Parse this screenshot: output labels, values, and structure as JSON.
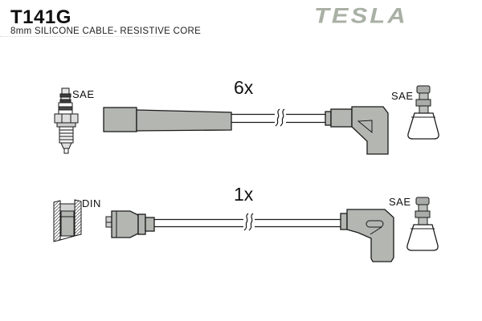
{
  "header": {
    "part_number": "T141G",
    "subtitle": "8mm SILICONE CABLE- RESISTIVE CORE",
    "brand_logo": "TESLA"
  },
  "diagram": {
    "row1": {
      "count": "6x",
      "left_terminal_standard": "SAE",
      "right_terminal_standard": "SAE"
    },
    "row2": {
      "count": "1x",
      "left_terminal_standard": "DIN",
      "right_terminal_standard": "SAE"
    }
  },
  "icons": {
    "row1_left": "spark-plug-icon",
    "row1_straight_boot": "straight-boot-icon",
    "row1_cable": "cable-with-break-icon",
    "row1_elbow_boot": "elbow-boot-icon",
    "row1_terminal": "sae-terminal-icon",
    "row2_left": "din-socket-icon",
    "row2_connector": "distributor-connector-icon",
    "row2_cable": "cable-with-break-icon",
    "row2_elbow_boot": "elbow-boot-icon",
    "row2_terminal": "sae-terminal-icon"
  },
  "colors": {
    "background": "#ffffff",
    "boot_gray": "#b3b6b1",
    "terminal_gray": "#a9aca9",
    "terminal_gray_light": "#bcbfbc",
    "inner_gray": "#c9ccc9",
    "logo_gray": "#a9b0a5",
    "outline": "#1a1a1a"
  }
}
